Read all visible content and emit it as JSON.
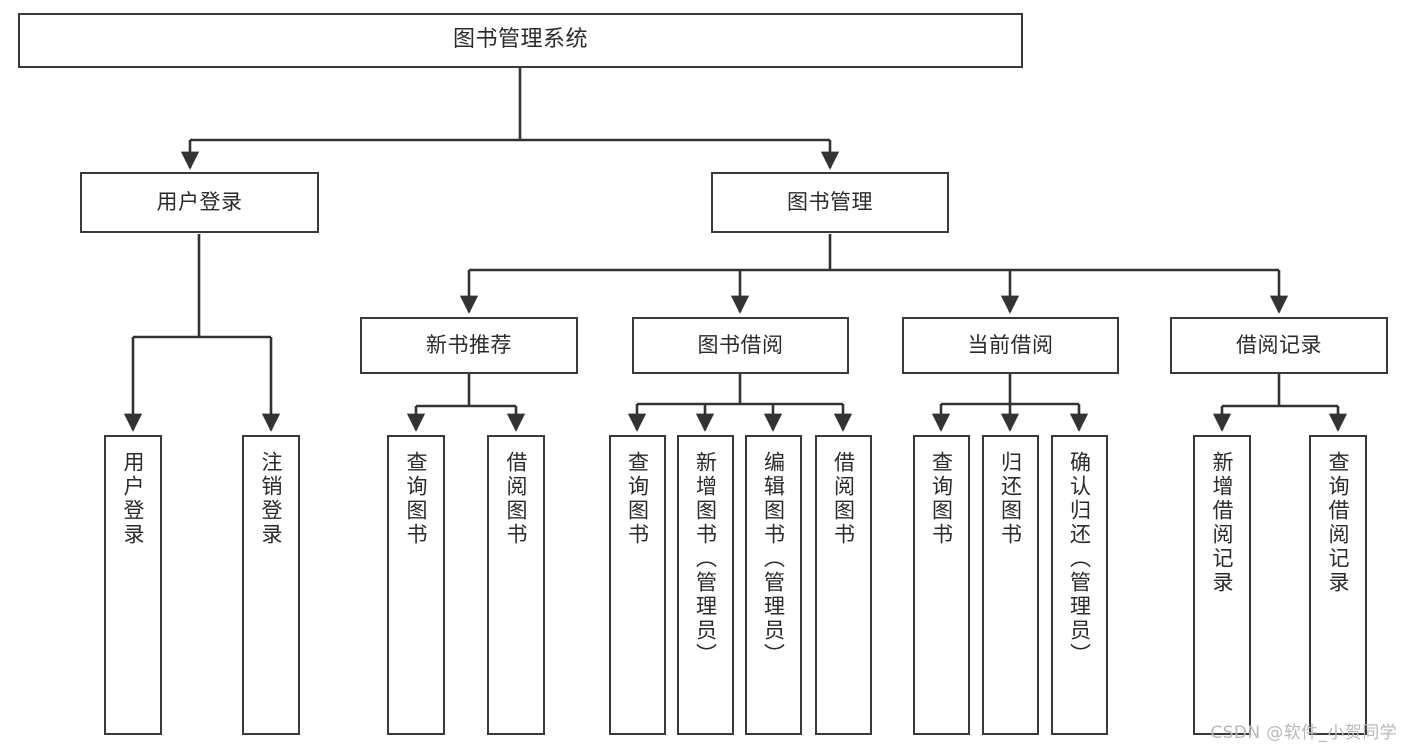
{
  "diagram": {
    "title": "图书管理系统",
    "type": "tree",
    "watermark": "CSDN @软件_小贺同学",
    "colors": {
      "box_border": "#3a3a3a",
      "box_fill": "#ffffff",
      "text": "#2b2b2b",
      "connector": "#333333",
      "watermark": "#b9b9b9"
    },
    "nodes": {
      "root": {
        "label": "图书管理系统",
        "level": 0,
        "orientation": "horizontal"
      },
      "l1": [
        {
          "id": "user-login",
          "label": "用户登录",
          "orientation": "horizontal"
        },
        {
          "id": "book-manage",
          "label": "图书管理",
          "orientation": "horizontal"
        }
      ],
      "l2": [
        {
          "id": "new-book-recommend",
          "label": "新书推荐",
          "orientation": "horizontal",
          "parent": "book-manage"
        },
        {
          "id": "book-borrow",
          "label": "图书借阅",
          "orientation": "horizontal",
          "parent": "book-manage"
        },
        {
          "id": "current-borrow",
          "label": "当前借阅",
          "orientation": "horizontal",
          "parent": "book-manage"
        },
        {
          "id": "borrow-record",
          "label": "借阅记录",
          "orientation": "horizontal",
          "parent": "book-manage"
        }
      ],
      "leaves": [
        {
          "id": "leaf-user-login",
          "label": "用户登录",
          "parent": "user-login",
          "orientation": "vertical"
        },
        {
          "id": "leaf-user-logout",
          "label": "注销登录",
          "parent": "user-login",
          "orientation": "vertical"
        },
        {
          "id": "leaf-query-book-1",
          "label": "查询图书",
          "parent": "new-book-recommend",
          "orientation": "vertical"
        },
        {
          "id": "leaf-borrow-book-1",
          "label": "借阅图书",
          "parent": "new-book-recommend",
          "orientation": "vertical"
        },
        {
          "id": "leaf-query-book-2",
          "label": "查询图书",
          "parent": "book-borrow",
          "orientation": "vertical"
        },
        {
          "id": "leaf-add-book",
          "label": "新增图书（管理员）",
          "parent": "book-borrow",
          "orientation": "vertical"
        },
        {
          "id": "leaf-edit-book",
          "label": "编辑图书（管理员）",
          "parent": "book-borrow",
          "orientation": "vertical"
        },
        {
          "id": "leaf-borrow-book-2",
          "label": "借阅图书",
          "parent": "book-borrow",
          "orientation": "vertical"
        },
        {
          "id": "leaf-query-book-3",
          "label": "查询图书",
          "parent": "current-borrow",
          "orientation": "vertical"
        },
        {
          "id": "leaf-return-book",
          "label": "归还图书",
          "parent": "current-borrow",
          "orientation": "vertical"
        },
        {
          "id": "leaf-confirm-return",
          "label": "确认归还（管理员）",
          "parent": "current-borrow",
          "orientation": "vertical"
        },
        {
          "id": "leaf-add-record",
          "label": "新增借阅记录",
          "parent": "borrow-record",
          "orientation": "vertical"
        },
        {
          "id": "leaf-query-record",
          "label": "查询借阅记录",
          "parent": "borrow-record",
          "orientation": "vertical"
        }
      ]
    }
  }
}
